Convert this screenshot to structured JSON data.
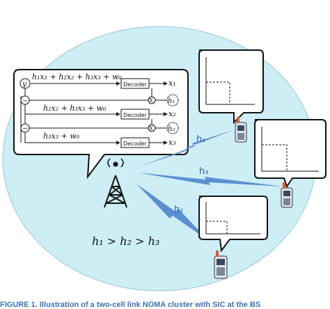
{
  "colors": {
    "cell_fill": "#cdeef5",
    "beam": "#5b8fd0",
    "channel_label": "#2a5fa8",
    "caption": "#3a73b8"
  },
  "receiver": {
    "rows": [
      {
        "label": "h₁x₁ + h₂x₂ + h₃x₃ + w₀",
        "decoder": "Decoder",
        "out": "x₁"
      },
      {
        "label": "h₂x₂ + h₃x₃ + w₀",
        "decoder": "Decoder",
        "out": "x₂",
        "gain": "h₁"
      },
      {
        "label": "h₃x₃ + w₀",
        "decoder": "Decoder",
        "out": "x₃",
        "gain": "h₂"
      }
    ],
    "input_symbol": "y",
    "multiply_symbol": "X",
    "subtract_symbol": "−"
  },
  "channels": [
    {
      "label": "h₁"
    },
    {
      "label": "h₃"
    },
    {
      "label": "h₂"
    }
  ],
  "ordering": "h₁ > h₂ > h₃",
  "base_station_icon": "cell-tower-icon",
  "user_icon": "mobile-phone-icon",
  "power_plot_icon": "power-allocation-plot-icon",
  "caption": "FIGURE 1. Illustration of a two-cell link NOMA cluster with SIC at the BS"
}
